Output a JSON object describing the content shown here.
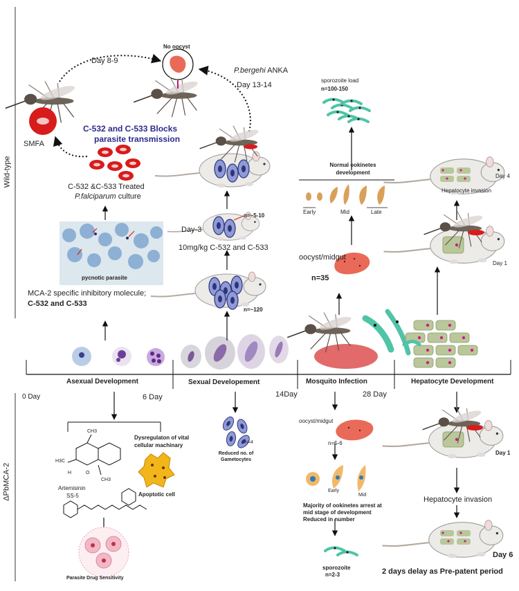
{
  "rows": {
    "wild_type": "Wild-type",
    "knockout": "ΔPbMCA-2"
  },
  "timeline": {
    "days": [
      "0 Day",
      "6 Day",
      "14Day",
      "28 Day"
    ],
    "stages": [
      "Asexual Development",
      "Sexual Developement",
      "Mosquito Infection",
      "Hepatocyte Development"
    ]
  },
  "wild_type": {
    "no_oocyst": "No oocyst",
    "day_8_9": "Day 8-9",
    "pbergehi": "P.bergehi",
    "anka": " ANKA",
    "day_13_14": "Day 13-14",
    "smfa": "SMFA",
    "blocks_line1": "C-532 and C-533 Blocks",
    "blocks_line2": "parasite transmission",
    "treated_line1": "C-532 &C-533 Treated",
    "treated_line2": "P.falciparum",
    "treated_line2b": " culture",
    "pycnotic": "pycnotic parasite",
    "mca2_line1": "MCA-2 specific inhibitory molecule;",
    "mca2_line2": "C-532 and C-533",
    "day3": "Day-3",
    "n5_10": "n=~5-10",
    "dose": "10mg/kg C-532 and C-533",
    "n120": "n=~120",
    "sporozoite_load": "sporozoite load",
    "n100_150": "n=100-150",
    "normal_ookinetes_1": "Normal ookinetes",
    "normal_ookinetes_2": "development",
    "early": "Early",
    "mid": "Mid",
    "late": "Late",
    "oocyst_midgut": "oocyst/midgut",
    "n35": "n=35",
    "hepatocyte_invasion": "Hepatocyte invasion",
    "day4": "Day 4",
    "day1": "Day 1"
  },
  "knockout": {
    "artemisinin": "Artemisinin",
    "ch3_top": "CH3",
    "h3c": "H3C",
    "h": "H",
    "o": "O",
    "ch3_bottom": "CH3",
    "dysregulation_1": "Dysregulaton of vital",
    "dysregulation_2": "cellular machinary",
    "apoptotic": "Apoptotic cell",
    "ss5": "SS-5",
    "drug_sensitivity": "Parasite Drug Sensitivity",
    "n4": "n=4",
    "reduced_1": "Reduced no. of",
    "reduced_2": "Gametocytes",
    "oocyst_midgut": "oocyst/midgut",
    "n5_6": "n=5-6",
    "early": "Early",
    "mid": "Mid",
    "arrest_1": "Majority of ookinetes arrest at",
    "arrest_2": "mid stage of development",
    "arrest_3": "Reduced in number",
    "sporozoite": "sporozoite",
    "n2_3": "n=2-3",
    "day1": "Day 1",
    "hepatocyte_invasion": "Hepatocyte invasion",
    "day6": "Day 6",
    "delay": "2 days delay  as Pre-patent period"
  },
  "colors": {
    "mosquito": "#6e6359",
    "blood": "#d81c1c",
    "mouse": "#ecebe8",
    "parasite": "#3d4a8c",
    "sporozoite": "#4fc4a6",
    "ookinete": "#d9a05a",
    "hepatocyte": "#b9c79a",
    "midgut": "#e26a6a",
    "accent_text": "#2b2a8c",
    "apoptotic": "#f2b51a",
    "drug_cell": "#f2b8c6"
  }
}
